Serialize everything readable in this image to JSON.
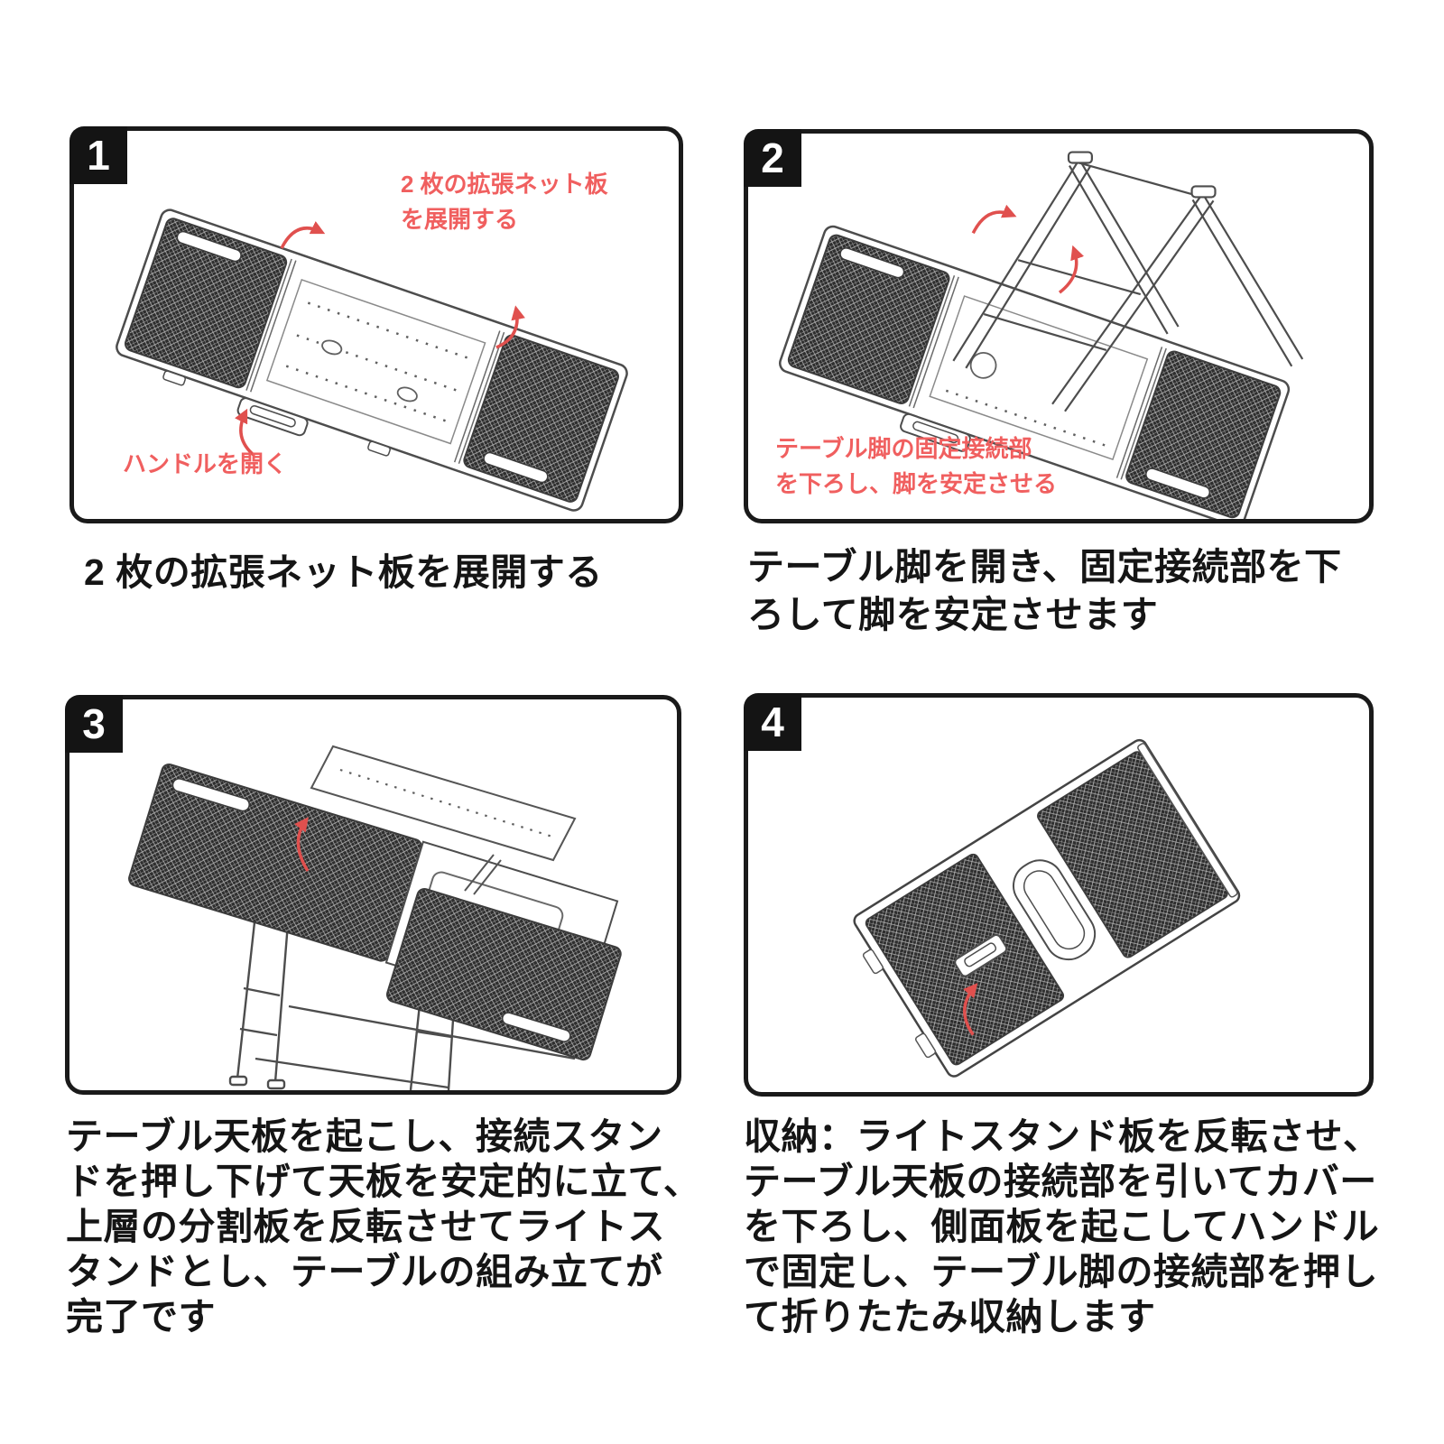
{
  "document": {
    "type": "folding-table-assembly-instructions",
    "language": "ja",
    "background": "#ffffff"
  },
  "colors": {
    "panel_border": "#1a1a1a",
    "badge_background": "#141414",
    "badge_text": "#ffffff",
    "annotation_red": "#f05f5f",
    "arrow_red": "#e0504e",
    "caption_text": "#151515",
    "line_art": "#4d4d4d",
    "mesh_dark": "#2e2e2e"
  },
  "panels": [
    {
      "badge": "1",
      "illustration": "unfolded-table-top-with-two-mesh-extensions",
      "annotations": {
        "expand_boards": {
          "lines": [
            "2 枚の拡張ネット板",
            "を展開する"
          ]
        },
        "open_handle": {
          "lines": [
            "ハンドルを開く"
          ]
        }
      },
      "caption_lines": [
        "2 枚の拡張ネット板を展開する"
      ]
    },
    {
      "badge": "2",
      "illustration": "table-with-folding-legs-raised",
      "annotations": {
        "lower_connector": {
          "lines": [
            "テーブル脚の固定接続部",
            "を下ろし、脚を安定させる"
          ]
        }
      },
      "caption_lines": [
        "テーブル脚を開き、固定接続部を下",
        "ろして脚を安定させます"
      ]
    },
    {
      "badge": "3",
      "illustration": "assembled-standing-table-with-light-stand",
      "annotations": {},
      "caption_lines": [
        "テーブル天板を起こし、接続スタン",
        "ドを押し下げて天板を安定的に立て、",
        "上層の分割板を反転させてライトス",
        "タンドとし、テーブルの組み立てが",
        "完了です"
      ]
    },
    {
      "badge": "4",
      "illustration": "folded-flat-table-package-with-handle",
      "annotations": {},
      "caption_lines": [
        "収納：ライトスタンド板を反転させ、",
        "テーブル天板の接続部を引いてカバー",
        "を下ろし、側面板を起こしてハンドル",
        "で固定し、テーブル脚の接続部を押し",
        "て折りたたみ収納します"
      ]
    }
  ]
}
